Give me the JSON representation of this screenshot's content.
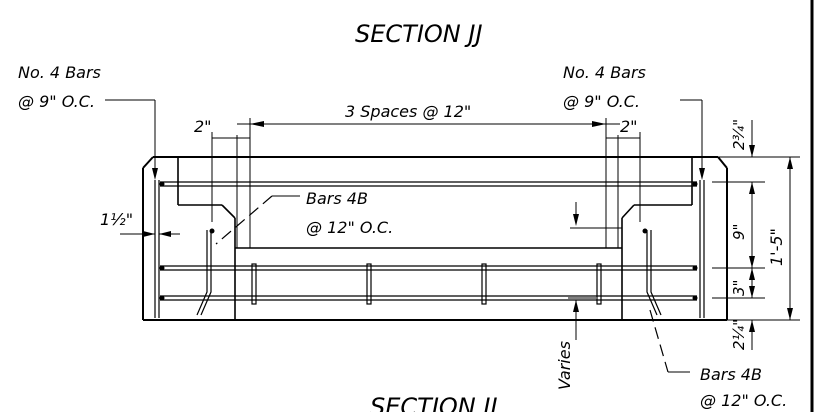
{
  "title_top": "SECTION   JJ",
  "title_bottom": "SECTION  JJ",
  "labels": {
    "bars_left_1": "No. 4 Bars",
    "bars_left_2": "@ 9\" O.C.",
    "bars_right_1": "No. 4 Bars",
    "bars_right_2": "@ 9\" O.C.",
    "spaces": "3 Spaces @ 12\"",
    "dim_2_left": "2\"",
    "dim_2_right": "2\"",
    "dim_1_5": "1½\"",
    "bars4b_top_1": "Bars 4B",
    "bars4b_top_2": "@ 12\" O.C.",
    "bars4b_bot_1": "Bars 4B",
    "bars4b_bot_2": "@ 12\" O.C.",
    "dim_2_75": "2¾\"",
    "dim_9": "9\"",
    "dim_3": "3\"",
    "dim_1_5ft": "1'-5\"",
    "dim_2_25": "2¼\"",
    "varies": "Varies"
  },
  "colors": {
    "line": "#000000",
    "background": "#ffffff"
  }
}
